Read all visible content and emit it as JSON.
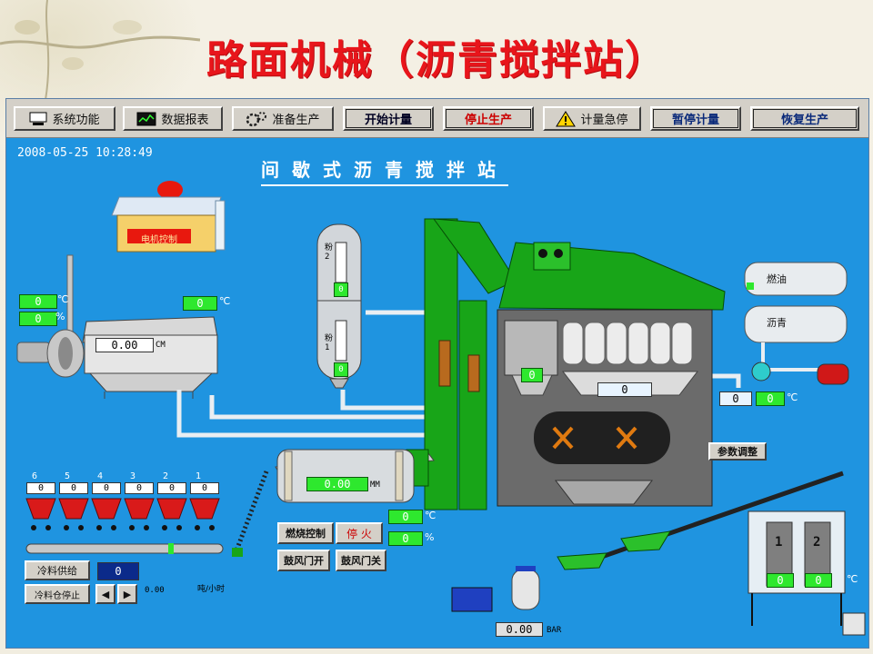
{
  "slide": {
    "title": "路面机械（沥青搅拌站）"
  },
  "colors": {
    "title": "#e8151b",
    "panel": "#1f94e0",
    "equipment": "#15a515",
    "readout": "#2ee82e"
  },
  "toolbar": {
    "system": {
      "label": "系统功能",
      "icon": "computer-icon"
    },
    "report": {
      "label": "数据报表",
      "icon": "chart-icon"
    },
    "prepare": {
      "label": "准备生产",
      "icon": "gears-icon"
    },
    "start_metering": "开始计量",
    "stop_production": "停止生产",
    "emergency": {
      "label": "计量急停",
      "icon": "warning-icon"
    },
    "pause_metering": "暂停计量",
    "resume_production": "恢复生产"
  },
  "status": {
    "datetime": "2008-05-25 10:28:49"
  },
  "plant": {
    "title": "间歇式沥青搅拌站",
    "motor_control": "电机控制",
    "powder_silo": {
      "label_top": "粉2",
      "label_bottom": "粉1",
      "value_top": "0",
      "value_bottom": "0"
    },
    "dust": {
      "temp_value": "0",
      "pct_value": "0",
      "temp2_value": "0",
      "cm_value": "0.00",
      "cm_unit": "CM"
    },
    "tanks": {
      "fuel": "燃油",
      "asphalt": "沥青"
    },
    "mixer": {
      "hopper_value": "0",
      "scale_value": "0"
    },
    "asphalt_line": {
      "value1": "0",
      "value2": "0"
    },
    "param_button": "参数调整",
    "drum": {
      "value": "0.00",
      "unit": "MM"
    },
    "burner": {
      "control": "燃烧控制",
      "status": "停 火",
      "fan_open": "鼓风门开",
      "fan_close": "鼓风门关",
      "temp_value": "0",
      "pct_value": "0"
    },
    "cold_bins": {
      "numbers": [
        "6",
        "5",
        "4",
        "3",
        "2",
        "1"
      ],
      "values": [
        "0",
        "0",
        "0",
        "0",
        "0",
        "0"
      ]
    },
    "cold_feed": {
      "feed_button": "冷料供给",
      "stop_button": "冷料仓停止",
      "count": "0",
      "rate": "0.00",
      "rate_unit": "吨/小时"
    },
    "compressor": {
      "pressure": "0.00",
      "unit": "BAR"
    },
    "storage": {
      "bin_labels": [
        "1",
        "2"
      ],
      "bin_values": [
        "0",
        "0"
      ]
    },
    "units": {
      "celsius": "℃",
      "percent": "%"
    }
  }
}
